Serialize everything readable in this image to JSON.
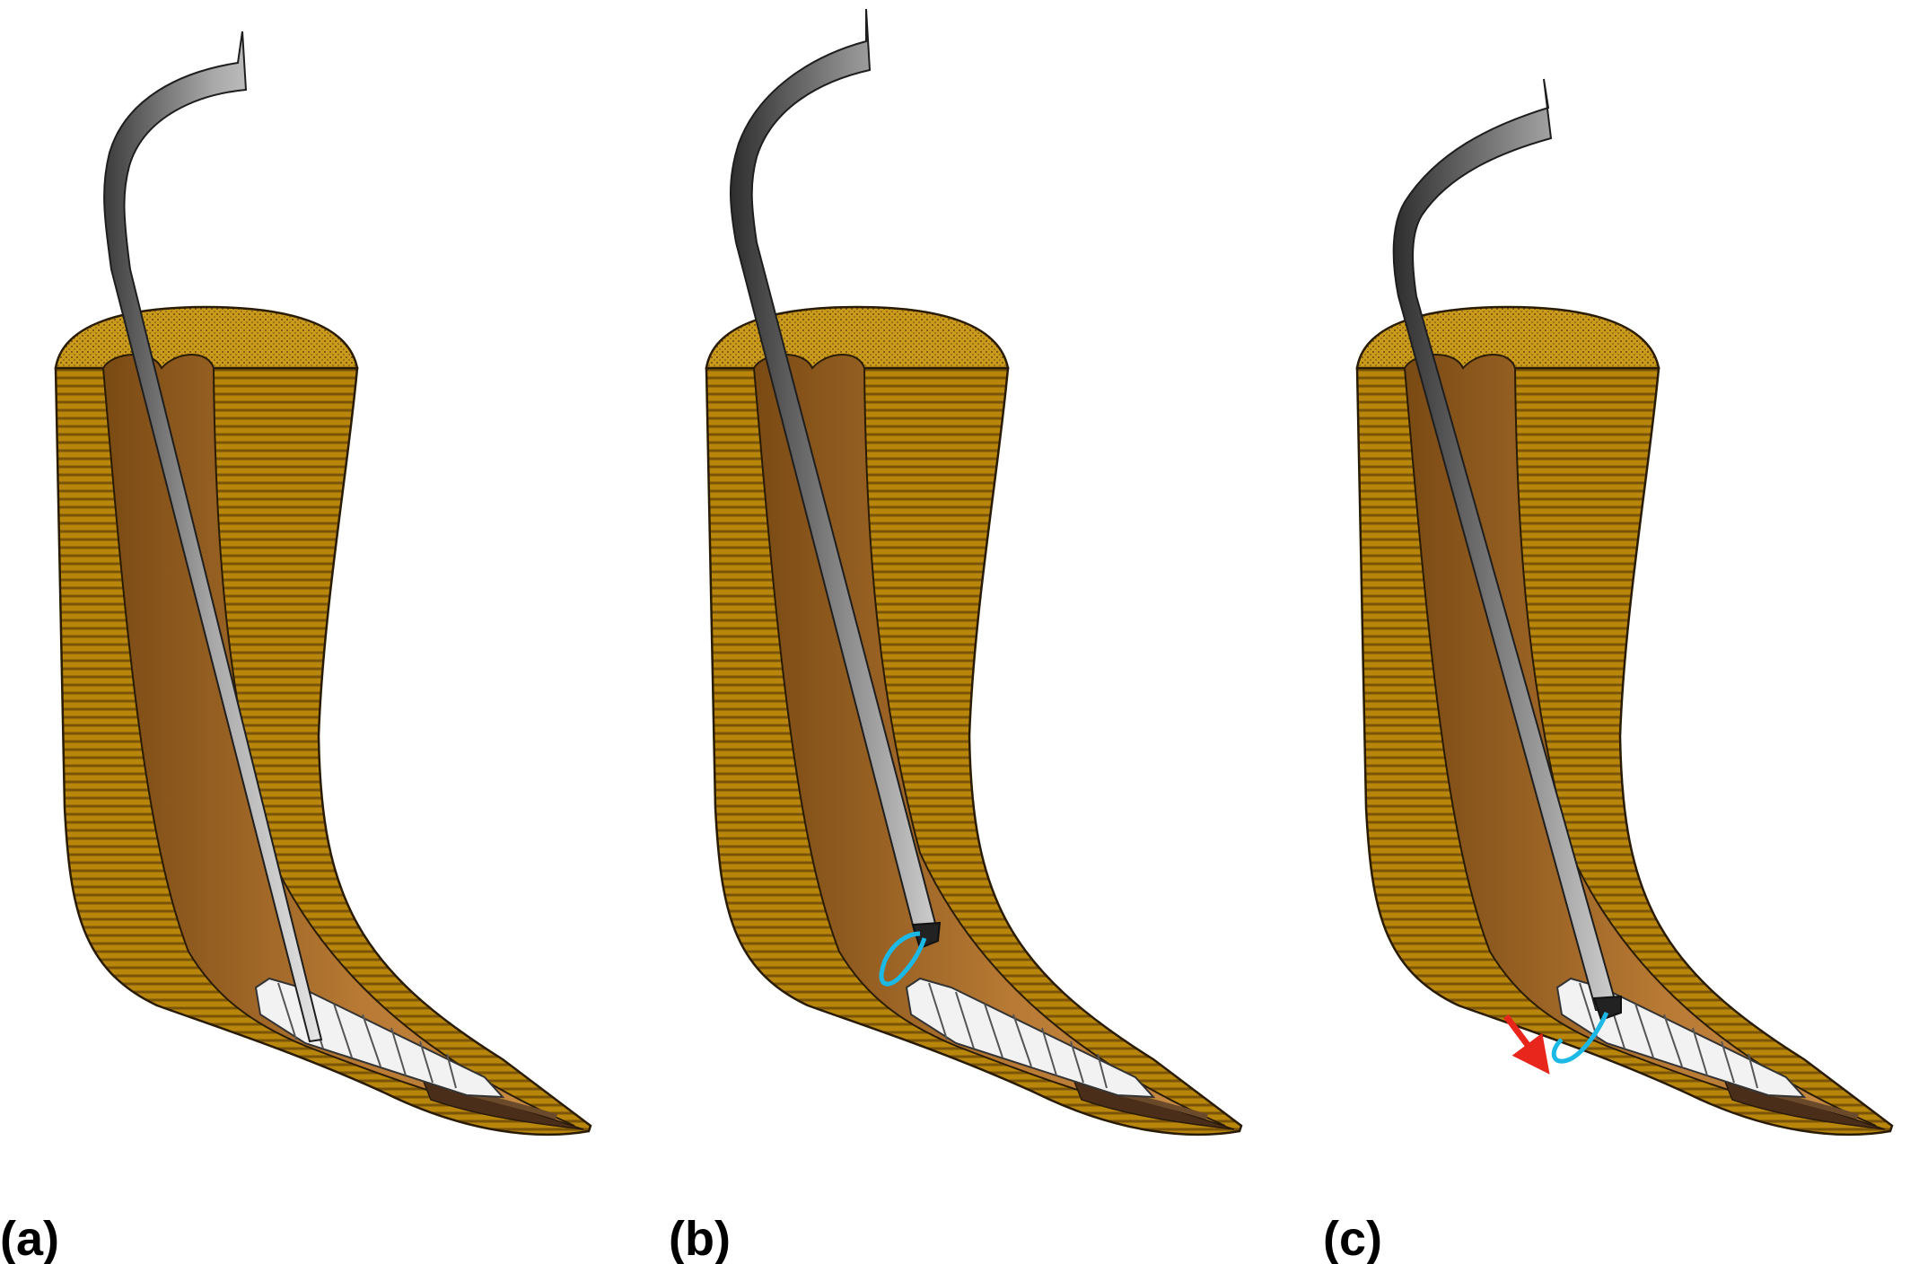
{
  "panels": [
    {
      "id": "a",
      "label": "(a)",
      "show_tip_loop": false,
      "show_red_arrow": false
    },
    {
      "id": "b",
      "label": "(b)",
      "show_tip_loop": true,
      "show_red_arrow": false
    },
    {
      "id": "c",
      "label": "(c)",
      "show_tip_loop": true,
      "show_red_arrow": true
    }
  ],
  "colors": {
    "dentin": "#b8860b",
    "dentin_stripe": "#7a5508",
    "crown_cap": "#c99a1c",
    "canal_dark": "#8a5a1c",
    "canal_light": "#c6863e",
    "instrument_dark": "#4a4a4a",
    "instrument_light": "#dcdcdc",
    "fractured_file": "#f2f2f2",
    "debris": "#4a2e1a",
    "loop": "#1cb8e6",
    "arrow": "#e8261c",
    "label": "#000000"
  }
}
